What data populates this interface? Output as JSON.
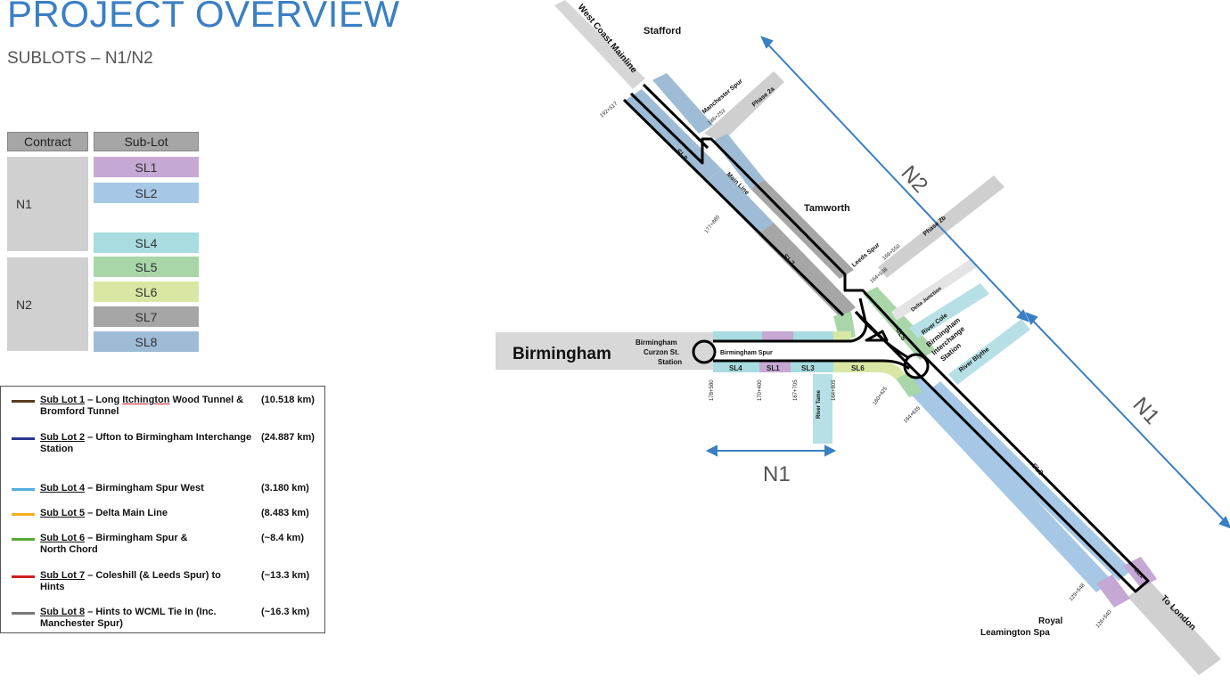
{
  "header": {
    "title": "PROJECT OVERVIEW",
    "subtitle": "SUBLOTS – N1/N2"
  },
  "table": {
    "headers": [
      "Contract",
      "Sub-Lot"
    ],
    "contracts": [
      {
        "label": "N1",
        "sublots": [
          "SL1",
          "SL2",
          "SL4"
        ]
      },
      {
        "label": "N2",
        "sublots": [
          "SL5",
          "SL6",
          "SL7",
          "SL8"
        ]
      }
    ],
    "colors": {
      "SL1": "#c5a8d3",
      "SL2": "#a6c8e6",
      "SL4": "#a8dce0",
      "SL5": "#a8d6a8",
      "SL6": "#d8e8a4",
      "SL7": "#a6a6a6",
      "SL8": "#9fbcd6"
    }
  },
  "legend": {
    "items": [
      {
        "lot": "Sub Lot 1",
        "desc": " – Long ",
        "desc_u": "Itchington",
        "desc2": " Wood Tunnel & Bromford Tunnel",
        "dist": "(10.518 km)",
        "color": "#5a3a1e"
      },
      {
        "lot": "Sub Lot 2",
        "desc": " – Ufton to Birmingham Interchange Station",
        "desc_u": "",
        "desc2": "",
        "dist": "(24.887 km)",
        "color": "#2a3590"
      },
      {
        "lot": "Sub Lot 4",
        "desc": " – Birmingham Spur West",
        "desc_u": "",
        "desc2": "",
        "dist": "(3.180 km)",
        "color": "#55b0e0"
      },
      {
        "lot": "Sub Lot 5",
        "desc": " – Delta Main Line",
        "desc_u": "",
        "desc2": "",
        "dist": "(8.483 km)",
        "color": "#f0b020"
      },
      {
        "lot": "Sub Lot 6",
        "desc": " – Birmingham Spur & North Chord",
        "desc_u": "",
        "desc2": "",
        "dist": "(~8.4 km)",
        "color": "#5aa83a"
      },
      {
        "lot": "Sub Lot 7",
        "desc": " – Coleshill (& Leeds Spur) to Hints",
        "desc_u": "",
        "desc2": "",
        "dist": "(~13.3 km)",
        "color": "#d02020"
      },
      {
        "lot": "Sub Lot 8",
        "desc": " – Hints to WCML Tie In (Inc. Manchester Spur)",
        "desc_u": "",
        "desc2": "",
        "dist": "(~16.3 km)",
        "color": "#777777"
      }
    ]
  },
  "map": {
    "places": {
      "stafford": "Stafford",
      "tamworth": "Tamworth",
      "birmingham": "Birmingham",
      "curzon": [
        "Birmingham",
        "Curzon St.",
        "Station"
      ],
      "interchange": [
        "Birmingham",
        "Interchange",
        "Station"
      ],
      "royal": [
        "Royal",
        "Leamington Spa"
      ],
      "to_london": "To London",
      "wcml": "West Coast Mainline"
    },
    "line_labels": {
      "manchester_spur": "Manchester Spur",
      "phase2a": "Phase 2a",
      "leeds_spur": "Leeds Spur",
      "phase2b": "Phase 2b",
      "main_line": "Main Line",
      "birmingham_spur": "Birmingham Spur",
      "delta_junction": "Delta Junction",
      "river_cole": "River Cole",
      "river_blythe": "River Blythe",
      "river_tame": "River Tame"
    },
    "sublot_labels": {
      "sl1": "SL1",
      "sl2": "SL2",
      "sl3": "SL3",
      "sl4": "SL4",
      "sl5": "SL5",
      "sl6": "SL6",
      "sl7": "SL7",
      "sl8": "SL8",
      "sl1b": "SL1"
    },
    "chainages": {
      "c192": "192+517",
      "c186": "186+253",
      "c177": "177+880",
      "c166": "166+550",
      "c164": "164+538",
      "c178": "178+580",
      "c170": "170+400",
      "c167": "167+705",
      "c164b": "164+805",
      "c160": "160+425",
      "c164c": "164+635",
      "c129": "129+548",
      "c126": "126+540"
    },
    "contract_labels": {
      "n2": "N2",
      "n1_main": "N1",
      "n1_spur": "N1"
    },
    "arrow_color": "#3a7fc4"
  }
}
